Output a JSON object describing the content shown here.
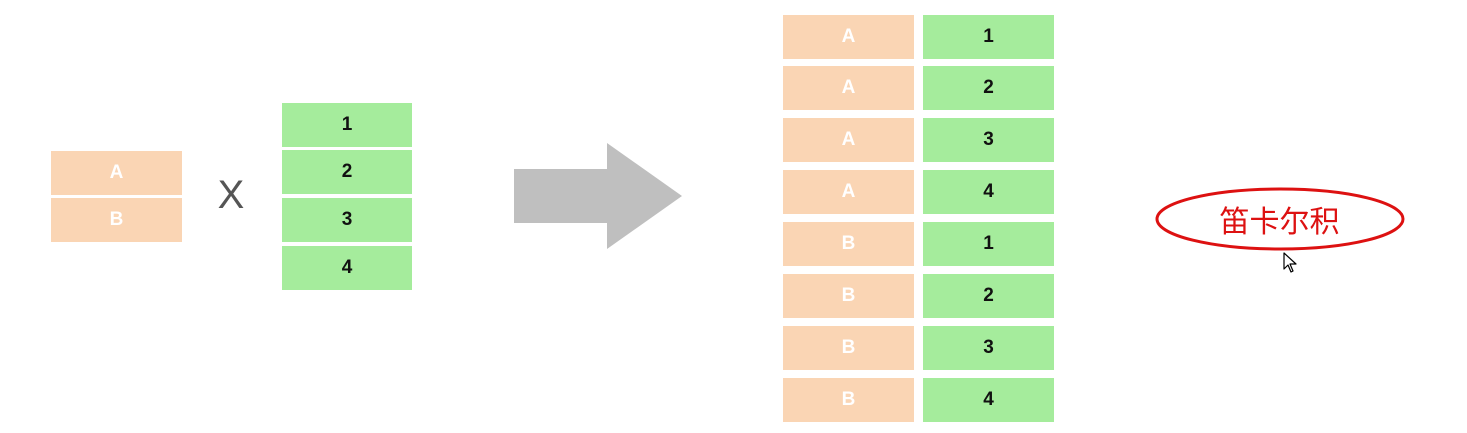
{
  "operand_left": [
    "A",
    "B"
  ],
  "operator": "X",
  "operand_right": [
    "1",
    "2",
    "3",
    "4"
  ],
  "result_rows": [
    [
      "A",
      "1"
    ],
    [
      "A",
      "2"
    ],
    [
      "A",
      "3"
    ],
    [
      "A",
      "4"
    ],
    [
      "B",
      "1"
    ],
    [
      "B",
      "2"
    ],
    [
      "B",
      "3"
    ],
    [
      "B",
      "4"
    ]
  ],
  "callout_label": "笛卡尔积",
  "colors": {
    "left_fill": "#fad5b4",
    "right_fill": "#a5ec9c",
    "arrow_fill": "#bfbfbf",
    "callout_red": "#dd1111"
  },
  "icons": {
    "arrow": "right-arrow-icon",
    "cursor": "mouse-cursor-icon"
  }
}
